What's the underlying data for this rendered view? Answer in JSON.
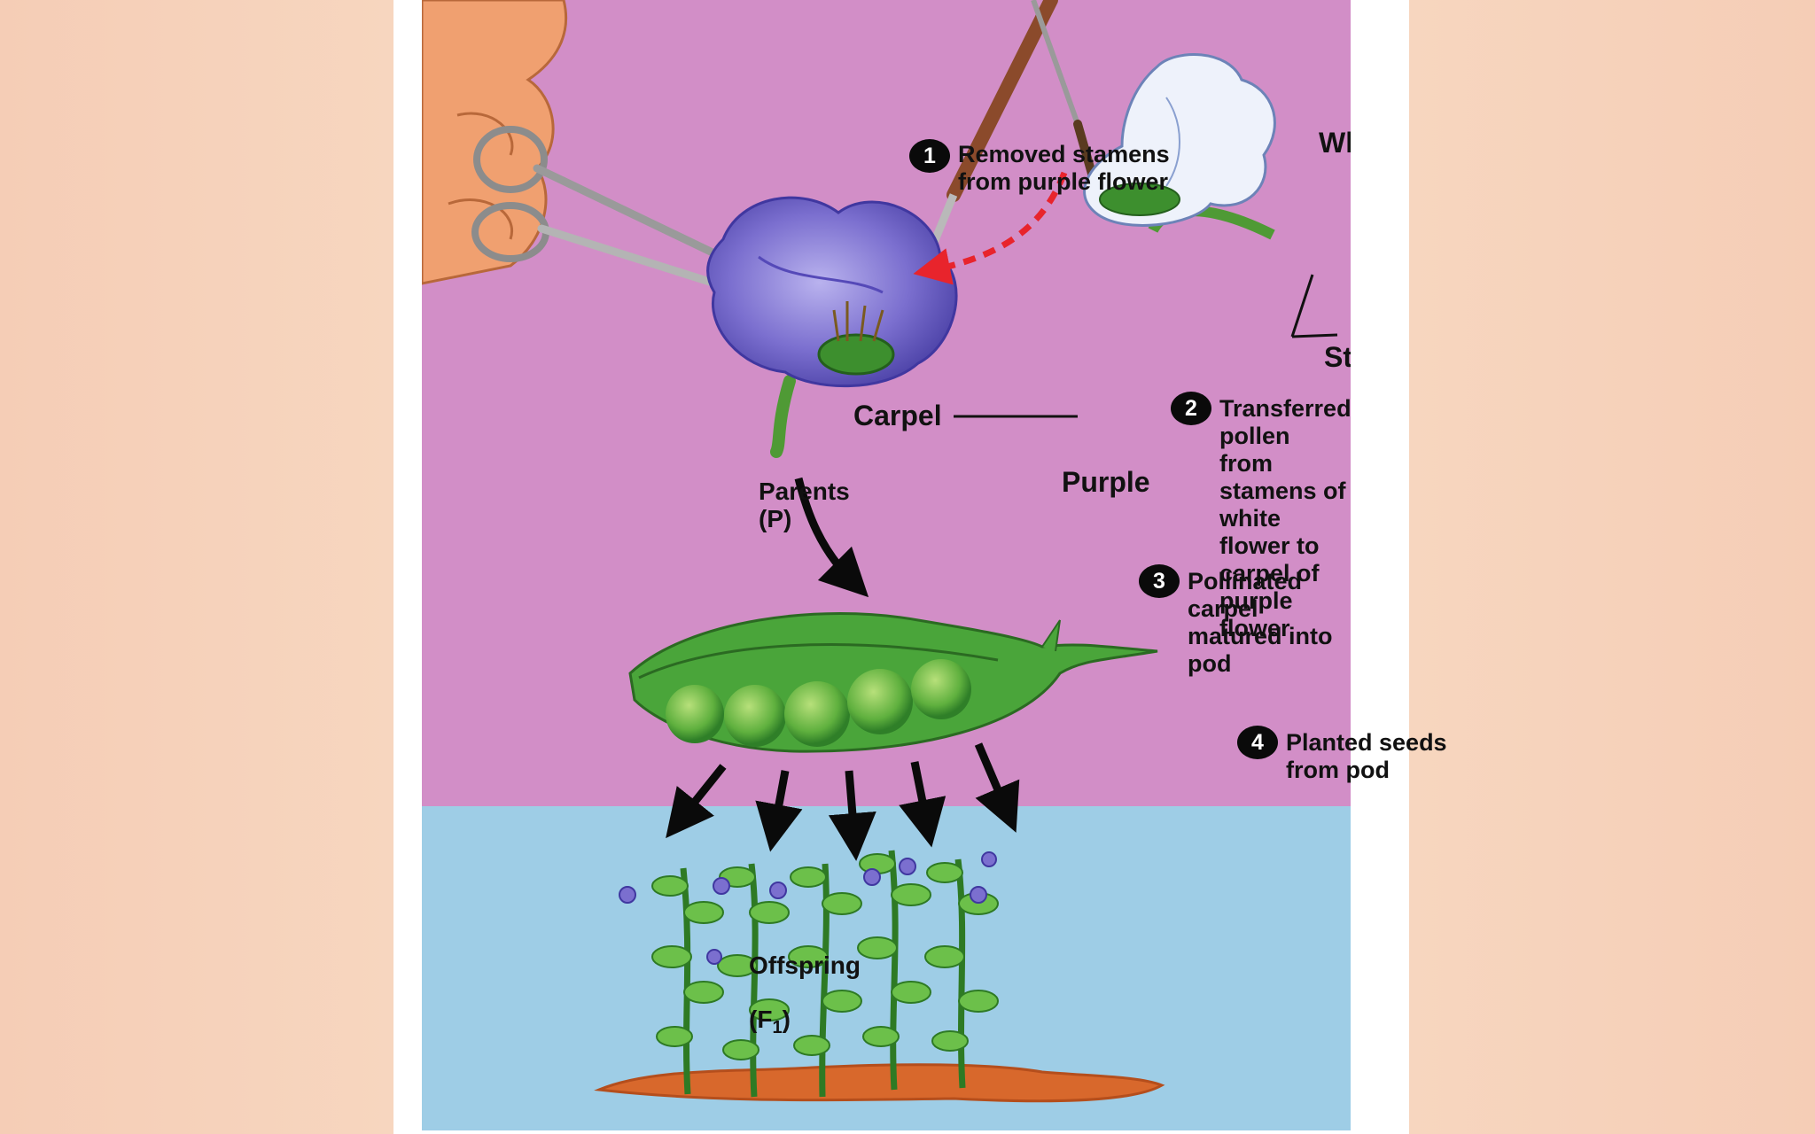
{
  "labels": {
    "white": "White",
    "stamens": "Stamens",
    "carpel": "Carpel",
    "purple": "Purple",
    "parents": "Parents\n(P)",
    "offspring": "Offspring",
    "offspring_gen": "(F",
    "offspring_sub": "1",
    "offspring_close": ")"
  },
  "steps": [
    {
      "number": "1",
      "text": "Removed stamens\nfrom purple flower"
    },
    {
      "number": "2",
      "text": "Transferred pollen\nfrom stamens of\nwhite flower to\ncarpel of purple\nflower"
    },
    {
      "number": "3",
      "text": "Pollinated carpel\nmatured into pod"
    },
    {
      "number": "4",
      "text": "Planted seeds\nfrom pod"
    }
  ],
  "colors": {
    "upper_panel": "#d28ec7",
    "lower_panel": "#9ecde6",
    "pod": "#4aa53a",
    "purple_flower": "#7b6fcf",
    "white_flower": "#eef2fb",
    "pollen_arrow": "#e8242c",
    "soil": "#d8682c"
  }
}
